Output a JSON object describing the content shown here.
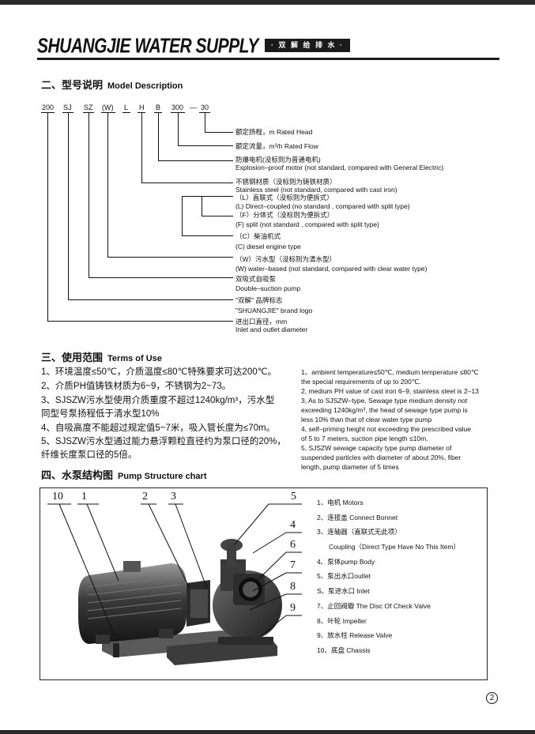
{
  "header": {
    "brand": "SHUANGJIE WATER SUPPLY",
    "tag": "· 双 解 给 排 水 ·"
  },
  "model": {
    "title_zh": "二、型号说明",
    "title_en": "Model Description",
    "codes": [
      "200",
      "SJ",
      "SZ",
      "(W)",
      "L",
      "H",
      "B",
      "300",
      "—",
      "30"
    ],
    "items": [
      {
        "zh": "额定扬程，m    Rated Head",
        "en": ""
      },
      {
        "zh": "额定流量，m³/h    Rated Flow",
        "en": ""
      },
      {
        "zh": "防爆电机(没标则为普通电机)",
        "en": "Explosion–proof motor (not standard, compared with General Electric)"
      },
      {
        "zh": "不锈钢材质（没标则为铸铁材质）",
        "en": "Stainless steel (not standard, compared with cast iron)"
      },
      {
        "zh": "（L）直联式（没标则为便拆式）",
        "en": "(L) Direct–coupled (no standard , compared with split type)"
      },
      {
        "zh": "（F）分体式（没标则为便拆式）",
        "en": "(F) split (not standard , compared with split type)"
      },
      {
        "zh": "（C）柴油机式",
        "en": "(C) diesel engine type"
      },
      {
        "zh": "（W）污水型（没标则为清水型）",
        "en": "(W) water–based (not standard, compared with clear water type)"
      },
      {
        "zh": "双吸式自吸泵",
        "en": "Double–suction pump"
      },
      {
        "zh": "\"双解\" 品牌标志",
        "en": "\"SHUANGJIE\" brand logo"
      },
      {
        "zh": "进出口直径，mm",
        "en": "Inlet and outlet diameter"
      }
    ]
  },
  "terms": {
    "title_zh": "三、使用范围",
    "title_en": "Terms of Use",
    "zh": [
      "1、环境温度≤50℃，介质温度≤80℃特殊要求可达200℃。",
      "2、介质PH值铸铁材质为6~9，不锈钢为2~73。",
      "3、SJSZW污水型使用介质重度不超过1240kg/m³，污水型",
      "    同型号泵扬程低于清水型10%",
      "4、自吸高度不能超过规定值5~7米，吸入管长度为≤70m。",
      "5、SJSZW污水型通过能力悬浮颗粒直径约为泵口径的20%，",
      "    纤维长度泵口径的5倍。"
    ],
    "en": [
      "1、ambient temperature≤50℃, medium temperature ≤80℃",
      "    the special requirements of up to 200℃.",
      "2, medium PH value of cast iron 6–9, stainless steel is 2–13",
      "3, As to SJSZW–type, Sewage type medium density not",
      "    exceeding 1240kg/m³, the head of sewage type pump is",
      "    less 10% than that of clear water type pump",
      "4, self–priming height not exceeding the prescribed value",
      "    of 5 to 7 meters, suction pipe length ≤10m.",
      "5, SJSZW sewage capacity type pump diameter of",
      "  suspended particles with diameter of about 20%, fiber",
      "  length, pump diameter of 5 times"
    ]
  },
  "structure": {
    "title_zh": "四、水泵结构图",
    "title_en": "Pump Structure chart",
    "callouts": [
      "10",
      "1",
      "2",
      "3",
      "5",
      "4",
      "6",
      "7",
      "8",
      "9"
    ],
    "parts": [
      "1、电机 Motors",
      "2、连接盖 Connect Bonnet",
      "3、连轴器（直联式无此项）",
      "Coupling（Direct Type Have No This Item）",
      "4、泵体pump Body",
      "5、泵出水口outlet",
      "S、泵进水口 Inlet",
      "7、止回阀瓣 The Disc Of Check Valve",
      "8、叶轮 Impeller",
      "9、放水柱 Release Valve",
      "10、底盘 Chassis"
    ]
  },
  "page_number": "2"
}
